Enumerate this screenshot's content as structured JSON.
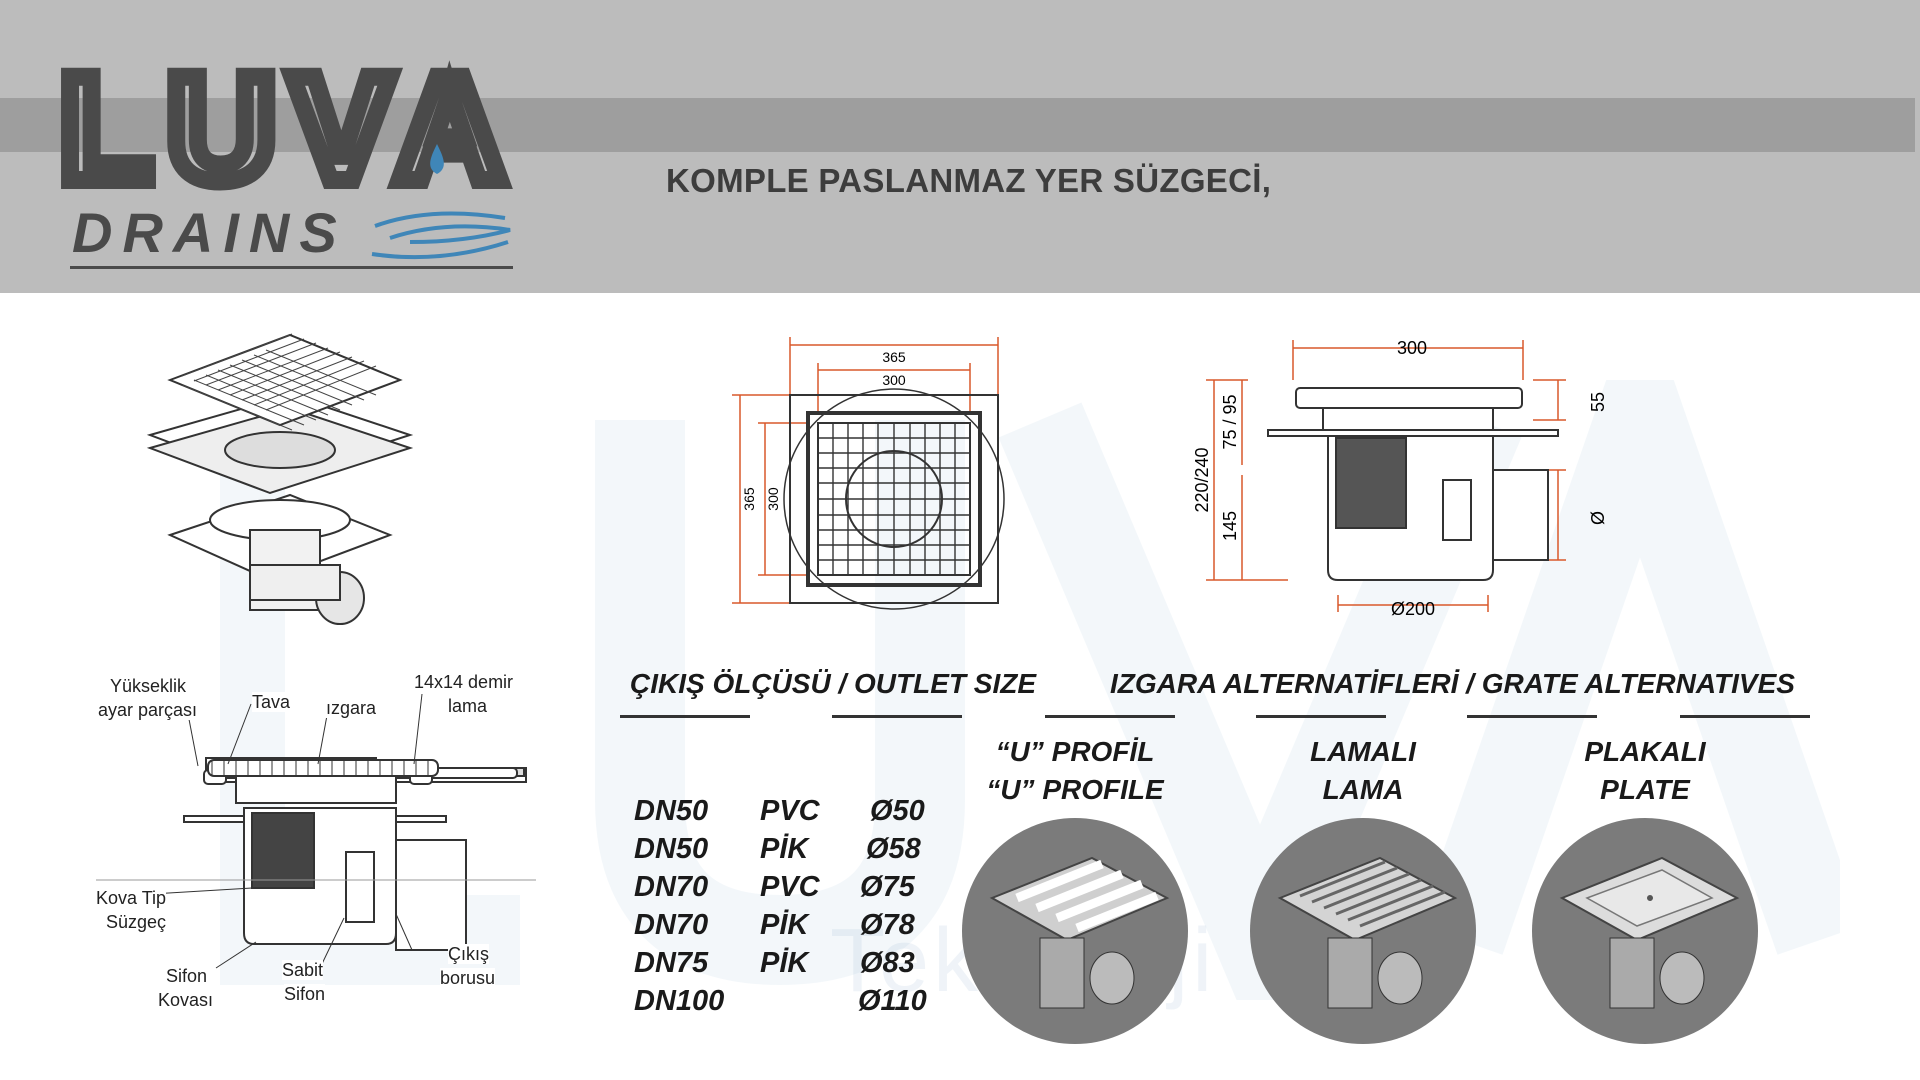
{
  "header": {
    "brand_main": "LUVA",
    "brand_sub": "DRAINS",
    "title": "KOMPLE PASLANMAZ YER SÜZGECİ,"
  },
  "watermark": {
    "sub": "Teknoloji"
  },
  "plan_view": {
    "dim_outer_top": "365",
    "dim_inner_top": "300",
    "dim_outer_left": "365",
    "dim_inner_left": "300"
  },
  "side_view": {
    "dim_top": "300",
    "dim_total": "220/240",
    "dim_mid": "75 / 95",
    "dim_low": "145",
    "dim_right": "55",
    "dim_dia_right": "Ø",
    "dim_bottom": "Ø200"
  },
  "section_labels": {
    "height_adjuster_1": "Yükseklik",
    "height_adjuster_2": "ayar parçası",
    "tray": "Tava",
    "grate": "ızgara",
    "iron_bar_1": "14x14 demir",
    "iron_bar_2": "lama",
    "bucket_filter_1": "Kova Tip",
    "bucket_filter_2": "Süzgeç",
    "siphon_bucket_1": "Sifon",
    "siphon_bucket_2": "Kovası",
    "fixed_siphon_1": "Sabit",
    "fixed_siphon_2": "Sifon",
    "outlet_pipe_1": "Çıkış",
    "outlet_pipe_2": "borusu"
  },
  "outlet": {
    "heading": "ÇIKIŞ ÖLÇÜSÜ / OUTLET SIZE",
    "rows": [
      {
        "dn": "DN50",
        "material": "PVC",
        "diameter": "Ø50"
      },
      {
        "dn": "DN50",
        "material": "PİK",
        "diameter": "Ø58"
      },
      {
        "dn": "DN70",
        "material": "PVC",
        "diameter": "Ø75"
      },
      {
        "dn": "DN70",
        "material": "PİK",
        "diameter": "Ø78"
      },
      {
        "dn": "DN75",
        "material": "PİK",
        "diameter": "Ø83"
      },
      {
        "dn": "DN100",
        "material": "",
        "diameter": "Ø110"
      }
    ]
  },
  "grates": {
    "heading": "IZGARA ALTERNATİFLERİ / GRATE ALTERNATIVES",
    "items": [
      {
        "tr": "“U” PROFİL",
        "en": "“U” PROFILE"
      },
      {
        "tr": "LAMALI",
        "en": "LAMA"
      },
      {
        "tr": "PLAKALI",
        "en": "PLATE"
      }
    ]
  },
  "colors": {
    "header_bg": "#bcbcbc",
    "header_band": "#9e9e9e",
    "brand_gray": "#4a4a4a",
    "drop_blue": "#3f86b8",
    "dim_orange": "#d9582b"
  }
}
